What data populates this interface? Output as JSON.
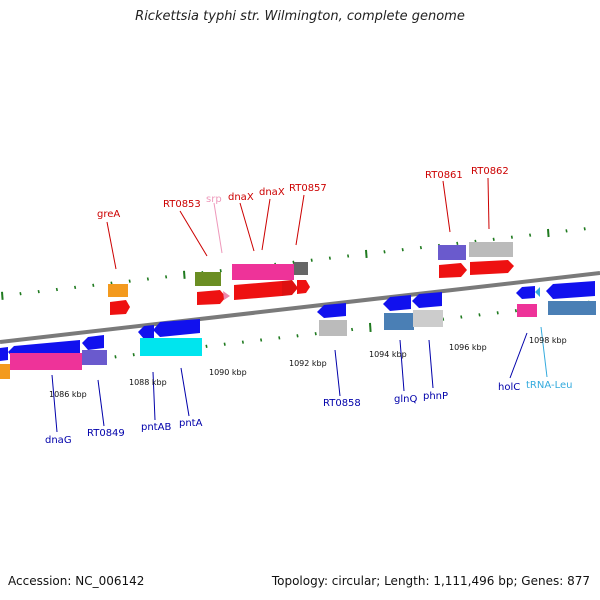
{
  "title": "Rickettsia typhi str. Wilmington, complete genome",
  "footer": {
    "accession": "Accession: NC_006142",
    "summary": "Topology: circular; Length: 1,111,496 bp; Genes: 877"
  },
  "colors": {
    "backbone": "#7a7a7a",
    "tick": "#1f7a1f",
    "forward_label": "#cc0000",
    "reverse_label": "#0000aa",
    "rna_label": "#33aadd",
    "srp_label": "#ee99bb"
  },
  "ruler_labels": [
    "1086 kbp",
    "1088 kbp",
    "1090 kbp",
    "1092 kbp",
    "1094 kbp",
    "1096 kbp",
    "1098 kbp"
  ],
  "gene_labels": {
    "forward": [
      "greA",
      "RT0853",
      "srp",
      "dnaX",
      "dnaX",
      "RT0857",
      "RT0861",
      "RT0862"
    ],
    "reverse": [
      "dnaG",
      "RT0849",
      "pntAB",
      "pntA",
      "RT0858",
      "glnQ",
      "phnP",
      "holC",
      "tRNA-Leu"
    ]
  }
}
